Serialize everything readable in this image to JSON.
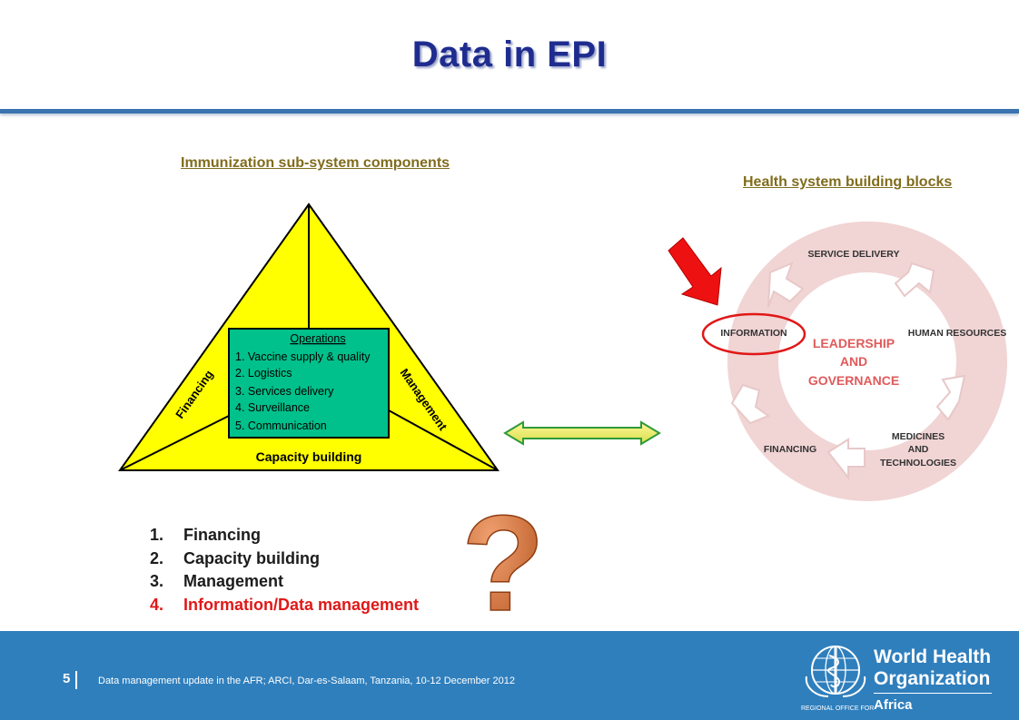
{
  "title": "Data in EPI",
  "left_caption": "Immunization sub-system components",
  "right_caption": "Health system building blocks",
  "triangle": {
    "operations_heading": "Operations",
    "operations_items": [
      "1. Vaccine supply & quality",
      "2. Logistics",
      "3. Services delivery",
      "4. Surveillance",
      "5. Communication"
    ],
    "left_side_label": "Financing",
    "right_side_label": "Management",
    "base_label": "Capacity building"
  },
  "wheel": {
    "center_lines": [
      "LEADERSHIP",
      "AND",
      "GOVERNANCE"
    ],
    "service_delivery": "SERVICE DELIVERY",
    "human_resources": "HUMAN RESOURCES",
    "medicines_lines": [
      "MEDICINES",
      "AND",
      "TECHNOLOGIES"
    ],
    "financing": "FINANCING",
    "information": "INFORMATION"
  },
  "question_mark": "?",
  "list": [
    {
      "num": "1.",
      "text": "Financing"
    },
    {
      "num": "2.",
      "text": "Capacity building"
    },
    {
      "num": "3.",
      "text": "Management"
    },
    {
      "num": "4.",
      "text": "Information/Data management"
    }
  ],
  "footer": {
    "page_number": "5",
    "text": "Data management update in the AFR; ARCI, Dar-es-Salaam, Tanzania, 10-12 December 2012",
    "who_line1": "World Health",
    "who_line2": "Organization",
    "who_region": "REGIONAL OFFICE FOR",
    "who_africa": "Africa"
  },
  "colors": {
    "title": "#1f2c8f",
    "triangle_fill": "#ffff00",
    "operations_fill": "#00c08b",
    "accent_red": "#e01818",
    "question_mark": "#c0632a",
    "footer": "#2f7fbd",
    "wheel": "#f1d4d4"
  }
}
